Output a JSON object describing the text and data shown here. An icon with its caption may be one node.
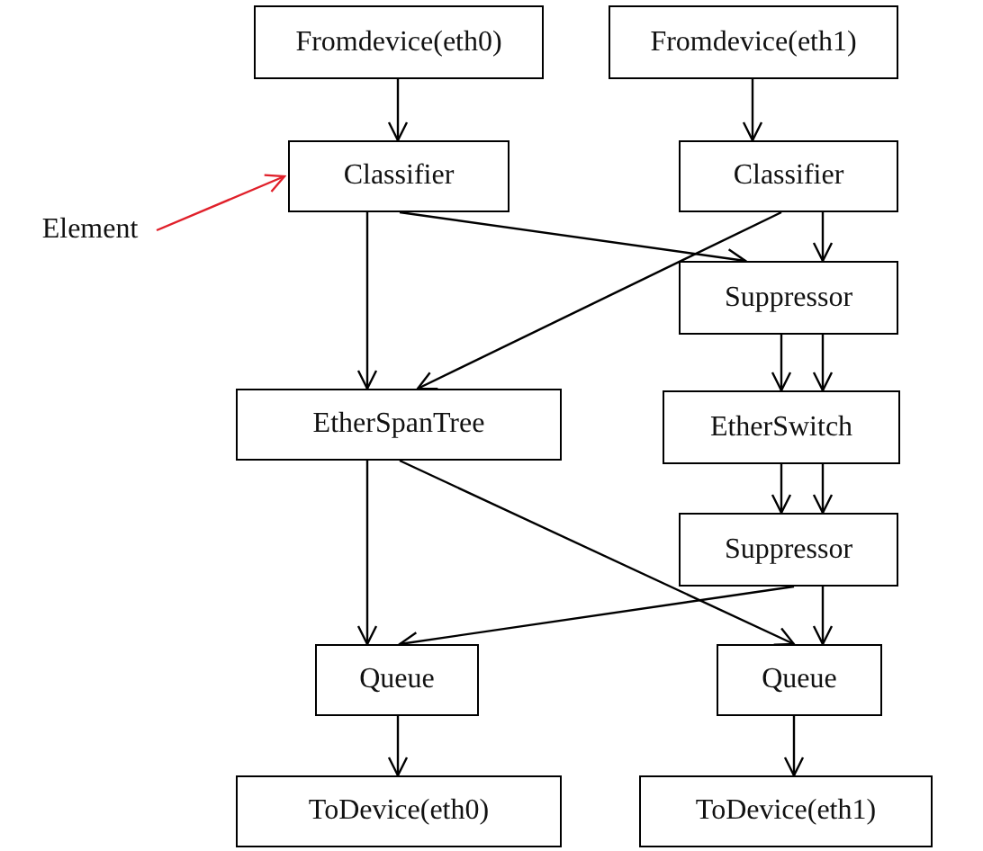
{
  "diagram": {
    "nodes": [
      {
        "text": [
          "Fromdevice(eth0)"
        ]
      },
      {
        "text": [
          "Fromdevice(eth1)"
        ]
      },
      {
        "text": [
          "Classifier"
        ]
      },
      {
        "text": [
          "Classifier"
        ]
      },
      {
        "text": [
          "Suppressor"
        ]
      },
      {
        "text": [
          "EtherSpanTree"
        ]
      },
      {
        "text": [
          "EtherSwitch"
        ]
      },
      {
        "text": [
          "Suppressor"
        ]
      },
      {
        "text": [
          "Queue"
        ]
      },
      {
        "text": [
          "Queue"
        ]
      },
      {
        "text": [
          "ToDevice(eth0)"
        ]
      },
      {
        "text": [
          "ToDevice(eth1)"
        ]
      },
      {
        "text": [
          "Element"
        ]
      }
    ],
    "edges": [
      {
        "from": 0,
        "to": 2,
        "arrow": "to"
      },
      {
        "from": 1,
        "to": 3,
        "arrow": "to"
      },
      {
        "from": 2,
        "to": 5,
        "arrow": "to"
      },
      {
        "from": 2,
        "to": 4,
        "arrow": "to"
      },
      {
        "from": 3,
        "to": 4,
        "arrow": "to"
      },
      {
        "from": 3,
        "to": 5,
        "arrow": "to"
      },
      {
        "from": 4,
        "to": 6,
        "arrow": "to"
      },
      {
        "from": 4,
        "to": 6,
        "arrow": "to"
      },
      {
        "from": 6,
        "to": 7,
        "arrow": "to"
      },
      {
        "from": 6,
        "to": 7,
        "arrow": "to"
      },
      {
        "from": 5,
        "to": 8,
        "arrow": "to"
      },
      {
        "from": 5,
        "to": 9,
        "arrow": "to"
      },
      {
        "from": 7,
        "to": 8,
        "arrow": "to"
      },
      {
        "from": 7,
        "to": 9,
        "arrow": "to"
      },
      {
        "from": 8,
        "to": 10,
        "arrow": "to"
      },
      {
        "from": 9,
        "to": 11,
        "arrow": "to"
      },
      {
        "from": 12,
        "to": 2,
        "arrow": "to",
        "color": "#e0202a"
      }
    ]
  }
}
